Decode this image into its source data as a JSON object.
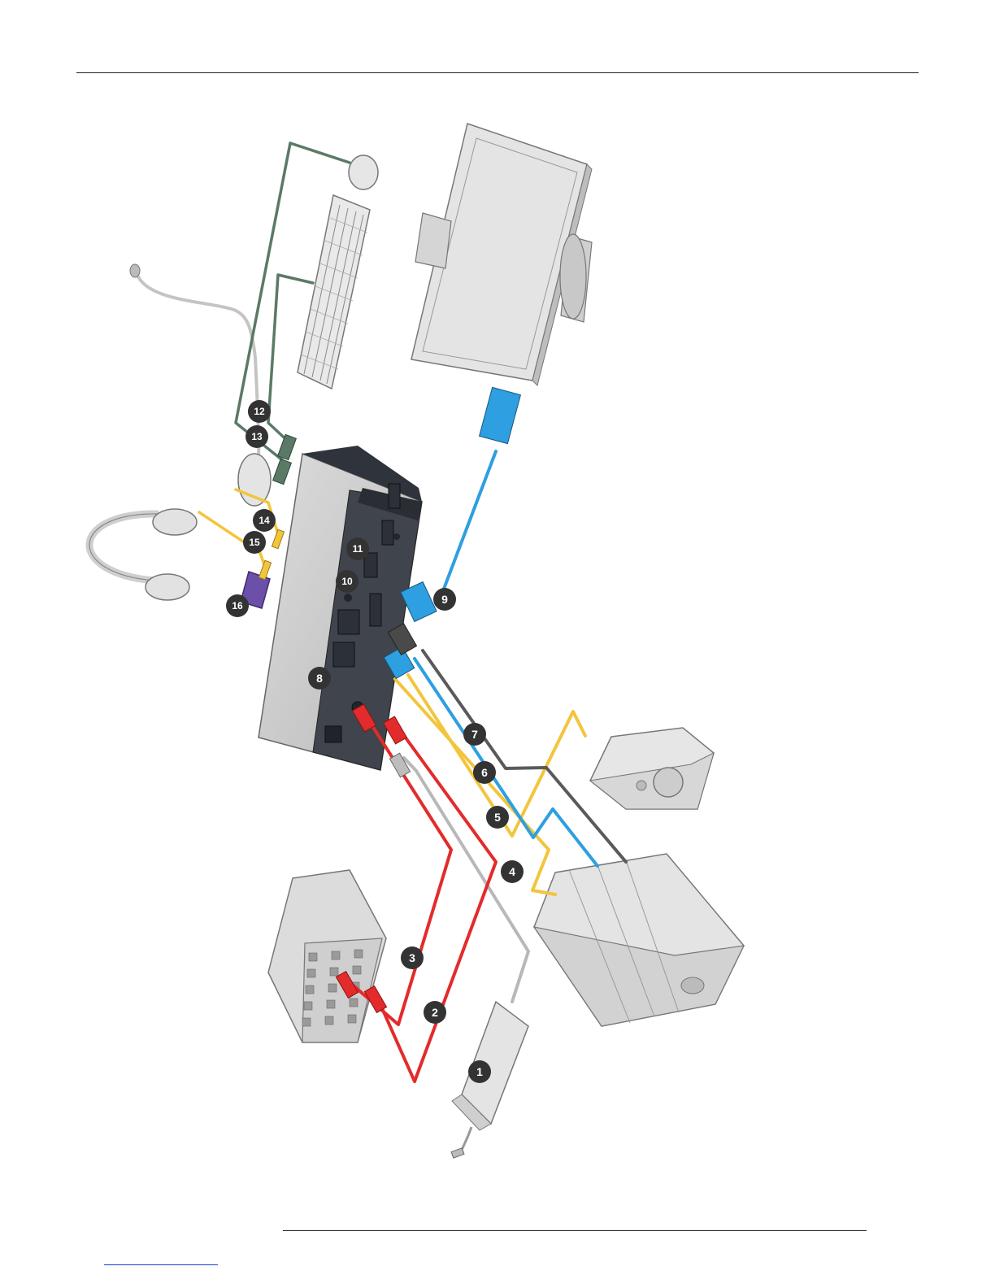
{
  "colors": {
    "power_cable": "#b8b8b8",
    "network_cable": "#e32b2b",
    "audio_cable": "#f2c53d",
    "video_cable": "#2e9fe0",
    "usb_cable": "#5b7a66",
    "dark_cable": "#5a5a5a",
    "sd_card": "#6b4fa8",
    "device": "#4a4f5a",
    "peripheral": "#e2e2e2",
    "badge": "#333333"
  },
  "callouts": [
    "1",
    "2",
    "3",
    "4",
    "5",
    "6",
    "7",
    "8",
    "9",
    "10",
    "11",
    "12",
    "13",
    "14",
    "15",
    "16"
  ],
  "icons": [
    "power-adapter-icon",
    "network-switch-icon",
    "speaker-icon",
    "subwoofer-icon",
    "monitor-icon",
    "keyboard-icon",
    "mouse-icon",
    "headset-icon",
    "microphone-icon",
    "sd-card-icon",
    "player-unit-icon"
  ]
}
